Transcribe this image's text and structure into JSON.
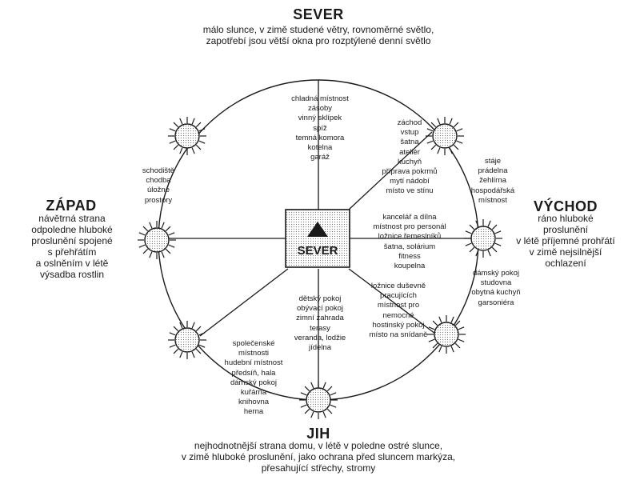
{
  "colors": {
    "ink": "#1a1a1a",
    "center_fill": "#dcdcdc",
    "sun_fill": "#eeeeee"
  },
  "north": {
    "heading": "SEVER",
    "desc": [
      "málo slunce, v zimě studené větry, rovnoměrné světlo,",
      "zapotřebí jsou větší okna pro rozptýlené denní světlo"
    ]
  },
  "west": {
    "heading": "ZÁPAD",
    "desc": [
      "návětrná strana",
      "odpoledne hluboké",
      "proslunění spojené",
      "s přehřátím",
      "a oslněním v létě",
      "výsadba rostlin"
    ]
  },
  "east": {
    "heading": "VÝCHOD",
    "desc": [
      "ráno hluboké",
      "proslunění",
      "v létě příjemné prohřátí",
      "v zimě nejsilnější",
      "ochlazení"
    ]
  },
  "south": {
    "heading": "JIH",
    "desc": [
      "nejhodnotnější strana domu, v létě v poledne ostré slunce,",
      "v zimě hluboké proslunění, jako ochrana před sluncem markýza,",
      "přesahující střechy, stromy"
    ]
  },
  "center": {
    "label": "SEVER",
    "arrow_icon": "north-arrow-icon"
  },
  "rooms": {
    "north": [
      "chladná místnost",
      "zásoby",
      "vinný sklípek",
      "spíž",
      "temná komora",
      "kotelna",
      "garáž"
    ],
    "north_east": [
      "záchod",
      "vstup",
      "šatna",
      "ateliér",
      "kuchyň",
      "příprava pokrmů",
      "mytí nádobí",
      "místo ve stínu"
    ],
    "east_upper": [
      "stáje",
      "prádelna",
      "žehlírna",
      "hospodářská",
      "místnost"
    ],
    "west": [
      "schodiště",
      "chodba",
      "úložné",
      "prostory"
    ],
    "east": [
      "kancelář a dílna",
      "místnost pro personál",
      "ložnice řemeslníků",
      "šatna, solárium",
      "fitness",
      "koupelna"
    ],
    "east_lower": [
      "dámský pokoj",
      "studovna",
      "obytná kuchyň",
      "garsoniéra"
    ],
    "south": [
      "dětský pokoj",
      "obývací pokoj",
      "zimní zahrada",
      "terasy",
      "veranda, lodžie",
      "jídelna"
    ],
    "south_east": [
      "ložnice duševně",
      "pracujících",
      "místnost pro",
      "nemocné",
      "hostinský pokoj",
      "místo na snídaně"
    ],
    "south_west": [
      "společenské",
      "místnosti",
      "hudební místnost",
      "předsíň, hala",
      "dámský pokoj",
      "kuřárna",
      "knihovna",
      "herna"
    ]
  }
}
